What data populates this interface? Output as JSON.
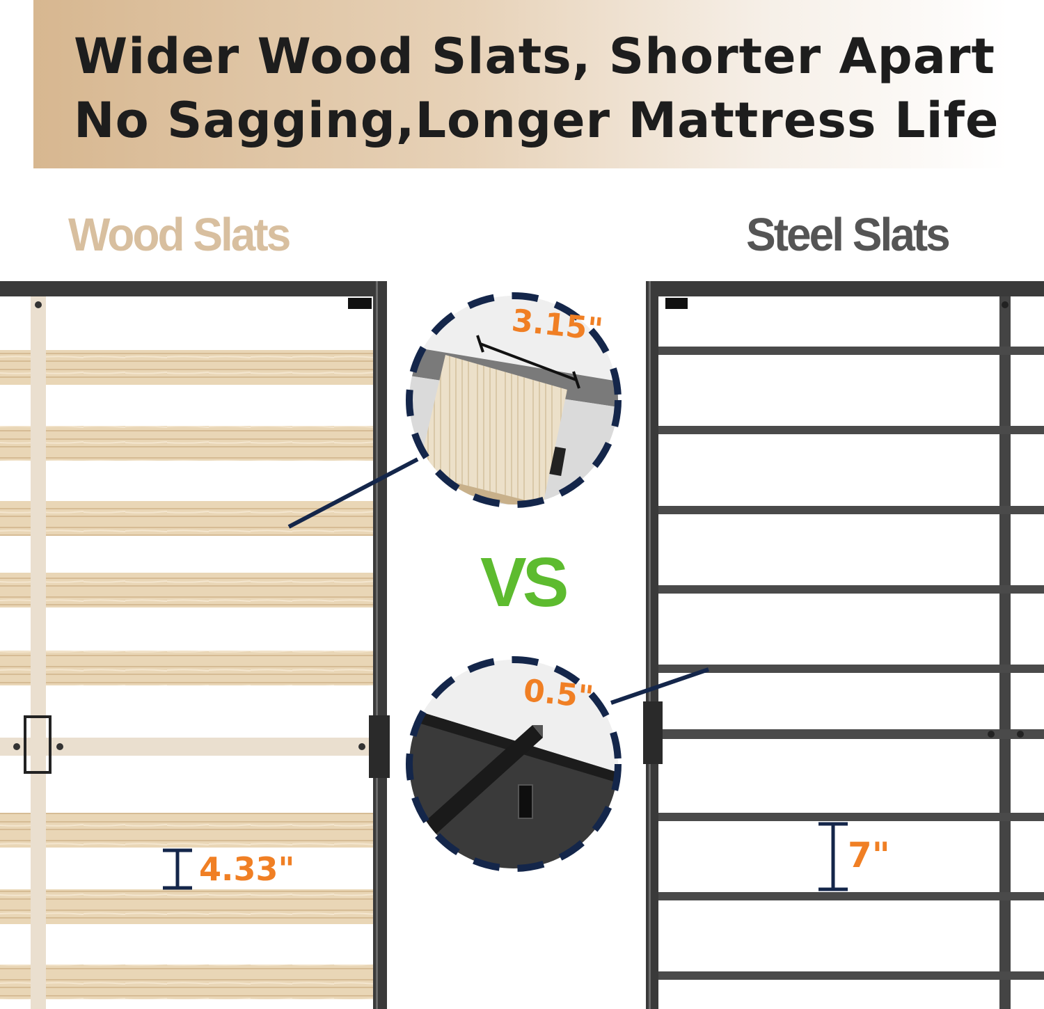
{
  "banner": {
    "line1": "Wider Wood Slats, Shorter Apart",
    "line2": "No Sagging,Longer Mattress Life"
  },
  "labels": {
    "wood_title": "Wood Slats",
    "steel_title": "Steel Slats",
    "vs": "VS"
  },
  "dimensions": {
    "wood_slat_width": "3.15\"",
    "wood_slat_gap": "4.33\"",
    "steel_slat_width": "0.5\"",
    "steel_slat_gap": "7\""
  },
  "colors": {
    "banner_tan": "#d7b790",
    "wood_title": "#d8bf9f",
    "steel_title": "#555555",
    "dimension_orange": "#f07f24",
    "vs_green": "#5dbb2f",
    "callout_navy": "#14264a",
    "frame_dark": "#3a3a3a",
    "wood_slat": "#e8d4b4"
  }
}
